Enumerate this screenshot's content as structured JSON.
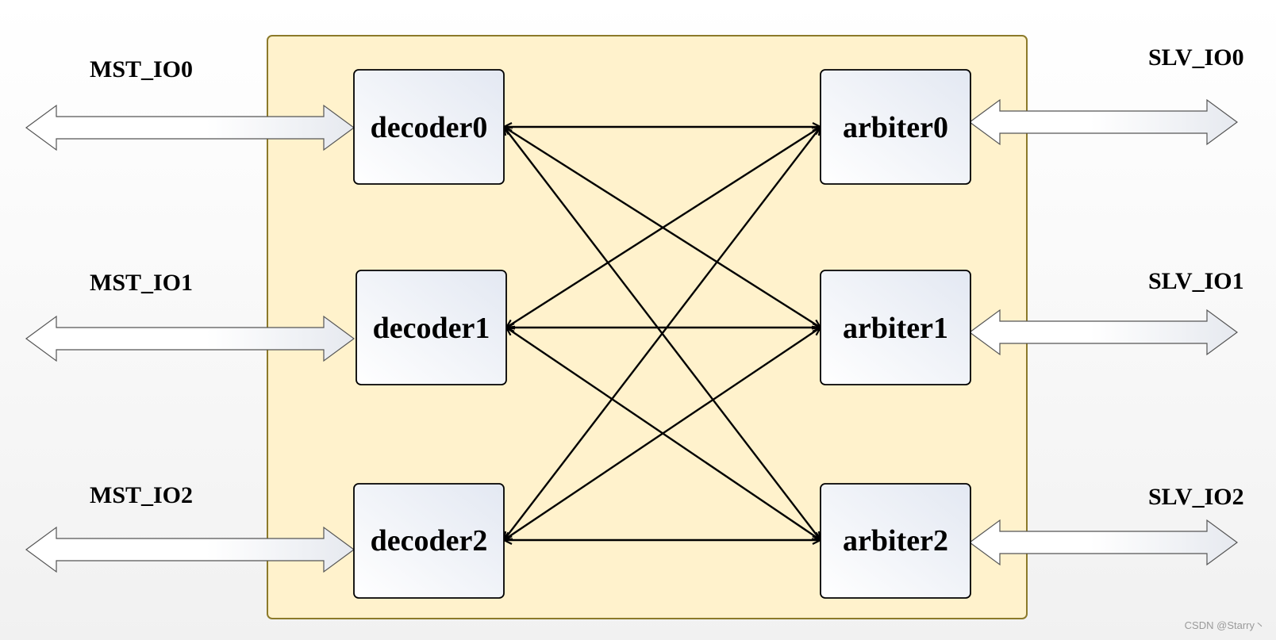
{
  "decoders": [
    {
      "id": "decoder0",
      "label": "decoder0"
    },
    {
      "id": "decoder1",
      "label": "decoder1"
    },
    {
      "id": "decoder2",
      "label": "decoder2"
    }
  ],
  "arbiters": [
    {
      "id": "arbiter0",
      "label": "arbiter0"
    },
    {
      "id": "arbiter1",
      "label": "arbiter1"
    },
    {
      "id": "arbiter2",
      "label": "arbiter2"
    }
  ],
  "master_ports": [
    {
      "label": "MST_IO0",
      "connects": "decoder0"
    },
    {
      "label": "MST_IO1",
      "connects": "decoder1"
    },
    {
      "label": "MST_IO2",
      "connects": "decoder2"
    }
  ],
  "slave_ports": [
    {
      "label": "SLV_IO0",
      "connects": "arbiter0"
    },
    {
      "label": "SLV_IO1",
      "connects": "arbiter1"
    },
    {
      "label": "SLV_IO2",
      "connects": "arbiter2"
    }
  ],
  "connections": [
    {
      "from": "decoder0",
      "to": "arbiter0",
      "bidirectional": true
    },
    {
      "from": "decoder0",
      "to": "arbiter1",
      "bidirectional": true
    },
    {
      "from": "decoder0",
      "to": "arbiter2",
      "bidirectional": true
    },
    {
      "from": "decoder1",
      "to": "arbiter0",
      "bidirectional": true
    },
    {
      "from": "decoder1",
      "to": "arbiter1",
      "bidirectional": true
    },
    {
      "from": "decoder1",
      "to": "arbiter2",
      "bidirectional": true
    },
    {
      "from": "decoder2",
      "to": "arbiter0",
      "bidirectional": true
    },
    {
      "from": "decoder2",
      "to": "arbiter1",
      "bidirectional": true
    },
    {
      "from": "decoder2",
      "to": "arbiter2",
      "bidirectional": true
    }
  ],
  "colors": {
    "interconnect_fill": "#fff2cc",
    "interconnect_border": "#8c7a2a",
    "block_border": "#000000",
    "arrow_stroke": "#000000"
  },
  "watermark": "CSDN @Starry丶"
}
